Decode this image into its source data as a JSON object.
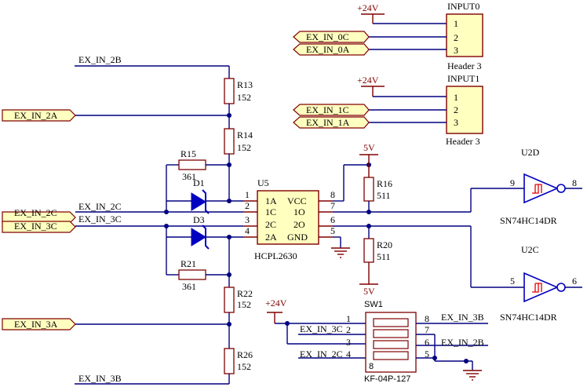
{
  "connectors": {
    "input0": {
      "ref": "INPUT0",
      "value": "Header 3",
      "pins": [
        "1",
        "2",
        "3"
      ],
      "supply": "+24V"
    },
    "input1": {
      "ref": "INPUT1",
      "value": "Header 3",
      "pins": [
        "1",
        "2",
        "3"
      ],
      "supply": "+24V"
    }
  },
  "ports": {
    "ex_in_0c": "EX_IN_0C",
    "ex_in_0a": "EX_IN_0A",
    "ex_in_1c": "EX_IN_1C",
    "ex_in_1a": "EX_IN_1A",
    "ex_in_2a": "EX_IN_2A",
    "ex_in_2c": "EX_IN_2C",
    "ex_in_3c": "EX_IN_3C",
    "ex_in_3a": "EX_IN_3A"
  },
  "net_labels": {
    "ex_in_2b_top": "EX_IN_2B",
    "ex_in_2c": "EX_IN_2C",
    "ex_in_3c": "EX_IN_3C",
    "ex_in_3b_bottom": "EX_IN_3B",
    "sw_ex_in_3c": "EX_IN_3C",
    "sw_ex_in_2c": "EX_IN_2C",
    "sw_ex_in_3b": "EX_IN_3B",
    "sw_ex_in_2b": "EX_IN_2B"
  },
  "resistors": {
    "r13": {
      "ref": "R13",
      "value": "152"
    },
    "r14": {
      "ref": "R14",
      "value": "152"
    },
    "r15": {
      "ref": "R15",
      "value": "361"
    },
    "r21": {
      "ref": "R21",
      "value": "361"
    },
    "r22": {
      "ref": "R22",
      "value": "152"
    },
    "r26": {
      "ref": "R26",
      "value": "152"
    },
    "r16": {
      "ref": "R16",
      "value": "511"
    },
    "r20": {
      "ref": "R20",
      "value": "511"
    }
  },
  "diodes": {
    "d1": "D1",
    "d3": "D3"
  },
  "optocoupler": {
    "ref": "U5",
    "value": "HCPL2630",
    "left_pins": [
      {
        "num": "1",
        "name": "1A"
      },
      {
        "num": "2",
        "name": "1C"
      },
      {
        "num": "3",
        "name": "2C"
      },
      {
        "num": "4",
        "name": "2A"
      }
    ],
    "right_pins": [
      {
        "num": "8",
        "name": "VCC"
      },
      {
        "num": "7",
        "name": "1O"
      },
      {
        "num": "6",
        "name": "2O"
      },
      {
        "num": "5",
        "name": "GND"
      }
    ]
  },
  "power": {
    "vcc_top": "5V",
    "vcc_bottom": "5V",
    "sw_supply": "+24V"
  },
  "inverters": {
    "u2d": {
      "ref": "U2D",
      "value": "SN74HC14DR",
      "in_pin": "9",
      "out_pin": "8"
    },
    "u2c": {
      "ref": "U2C",
      "value": "SN74HC14DR",
      "in_pin": "5",
      "out_pin": "6"
    }
  },
  "switch": {
    "ref": "SW1",
    "value": "KF-04P-127",
    "left_pins": [
      "1",
      "2",
      "3",
      "4"
    ],
    "right_pins": [
      "8",
      "7",
      "6",
      "5"
    ],
    "mark": "8"
  }
}
